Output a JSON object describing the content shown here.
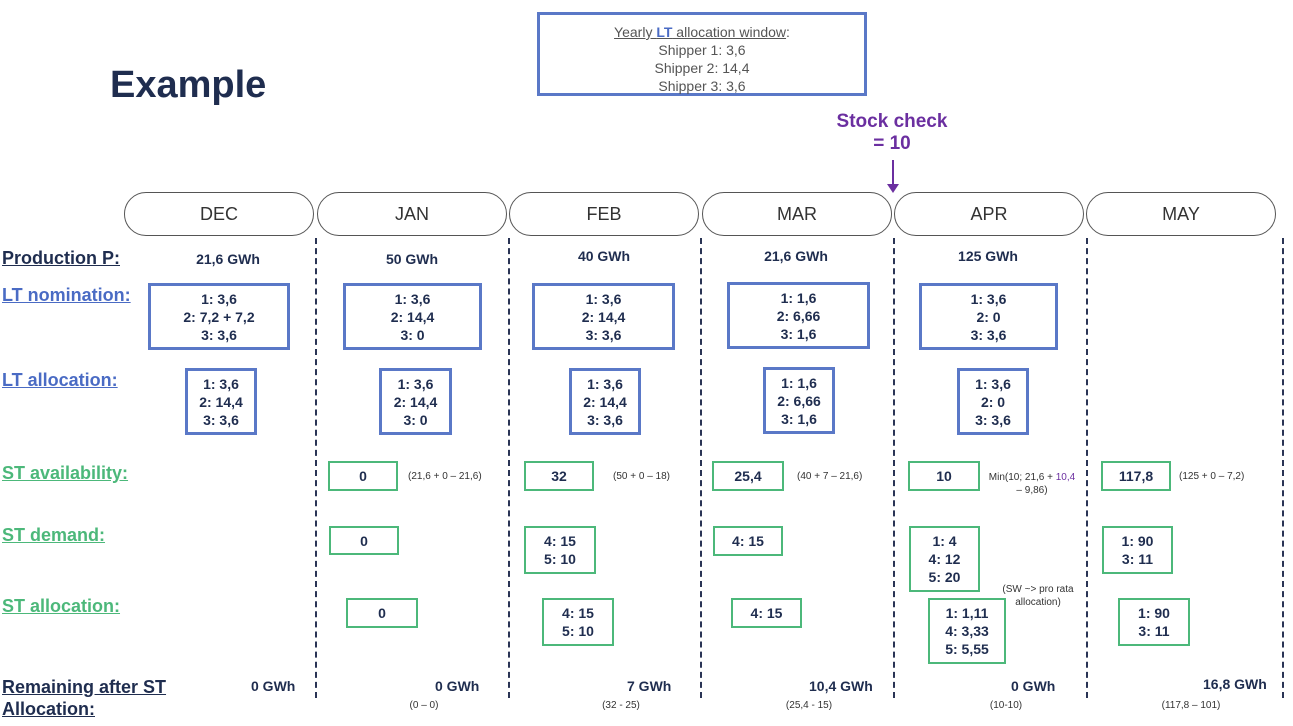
{
  "title": "Example",
  "window": {
    "heading_pre": "Yearly ",
    "heading_lt": "LT",
    "heading_post": " allocation window",
    "heading_colon": ":",
    "lines": [
      "Shipper 1: 3,6",
      "Shipper 2: 14,4",
      "Shipper 3: 3,6"
    ]
  },
  "stock_check": {
    "line1": "Stock check",
    "line2": "= 10"
  },
  "months": [
    "DEC",
    "JAN",
    "FEB",
    "MAR",
    "APR",
    "MAY"
  ],
  "row_labels": {
    "production": "Production P:",
    "lt_nomination": "LT nomination:",
    "lt_allocation": "LT allocation:",
    "st_availability": "ST availability:",
    "st_demand": "ST demand:",
    "st_allocation": "ST allocation:",
    "remaining_line1": "Remaining after ST",
    "remaining_line2": "Allocation:"
  },
  "production": [
    "21,6 GWh",
    "50 GWh",
    "40 GWh",
    "21,6 GWh",
    "125 GWh"
  ],
  "lt_nomination": [
    [
      "1: 3,6",
      "2: 7,2 + 7,2",
      "3: 3,6"
    ],
    [
      "1: 3,6",
      "2: 14,4",
      "3: 0"
    ],
    [
      "1: 3,6",
      "2: 14,4",
      "3: 3,6"
    ],
    [
      "1: 1,6",
      "2: 6,66",
      "3: 1,6"
    ],
    [
      "1: 3,6",
      "2: 0",
      "3: 3,6"
    ]
  ],
  "lt_allocation": [
    [
      "1: 3,6",
      "2: 14,4",
      "3: 3,6"
    ],
    [
      "1: 3,6",
      "2: 14,4",
      "3: 0"
    ],
    [
      "1: 3,6",
      "2: 14,4",
      "3: 3,6"
    ],
    [
      "1: 1,6",
      "2: 6,66",
      "3: 1,6"
    ],
    [
      "1: 3,6",
      "2: 0",
      "3: 3,6"
    ]
  ],
  "st_availability": [
    {
      "value": "0",
      "note": "(21,6 + 0 – 21,6)"
    },
    {
      "value": "32",
      "note": "(50 + 0 – 18)"
    },
    {
      "value": "25,4",
      "note": "(40 + 7 – 21,6)"
    },
    {
      "value": "10",
      "note_pre": "Min(10; 21,6 + ",
      "note_purple": "10,4",
      "note_post": "– 9,86)"
    },
    {
      "value": "117,8",
      "note": "(125 + 0 – 7,2)"
    }
  ],
  "st_demand": [
    [
      "0"
    ],
    [
      "4: 15",
      "5: 10"
    ],
    [
      "4: 15"
    ],
    [
      "1: 4",
      "4: 12",
      "5: 20"
    ],
    [
      "1: 90",
      "3: 11"
    ]
  ],
  "st_allocation_note": "(SW ~> pro rata allocation)",
  "st_allocation": [
    [
      "0"
    ],
    [
      "4: 15",
      "5: 10"
    ],
    [
      "4: 15"
    ],
    [
      "1: 1,11",
      "4: 3,33",
      "5: 5,55"
    ],
    [
      "1: 90",
      "3: 11"
    ]
  ],
  "remaining": [
    "0 GWh",
    "0 GWh",
    "7 GWh",
    "10,4 GWh",
    "0 GWh",
    "16,8 GWh"
  ],
  "remaining_calc": [
    "(0 – 0)",
    "(32 - 25)",
    "(25,4 - 15)",
    "(10-10)",
    "(117,8 – 101)"
  ]
}
